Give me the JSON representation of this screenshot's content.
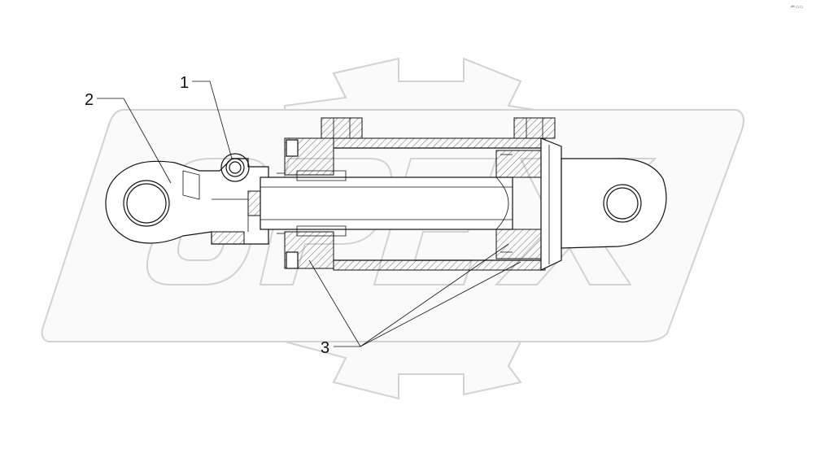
{
  "diagram": {
    "corner_mark": "ᵉᴹ ▭▭",
    "callouts": [
      {
        "id": "1",
        "label": "1"
      },
      {
        "id": "2",
        "label": "2"
      },
      {
        "id": "3",
        "label": "3"
      }
    ],
    "watermark_logo": "OPEX",
    "colors": {
      "line": "#111111",
      "watermark_fill": "#fafafa",
      "watermark_stroke": "#d2d2d2"
    }
  }
}
